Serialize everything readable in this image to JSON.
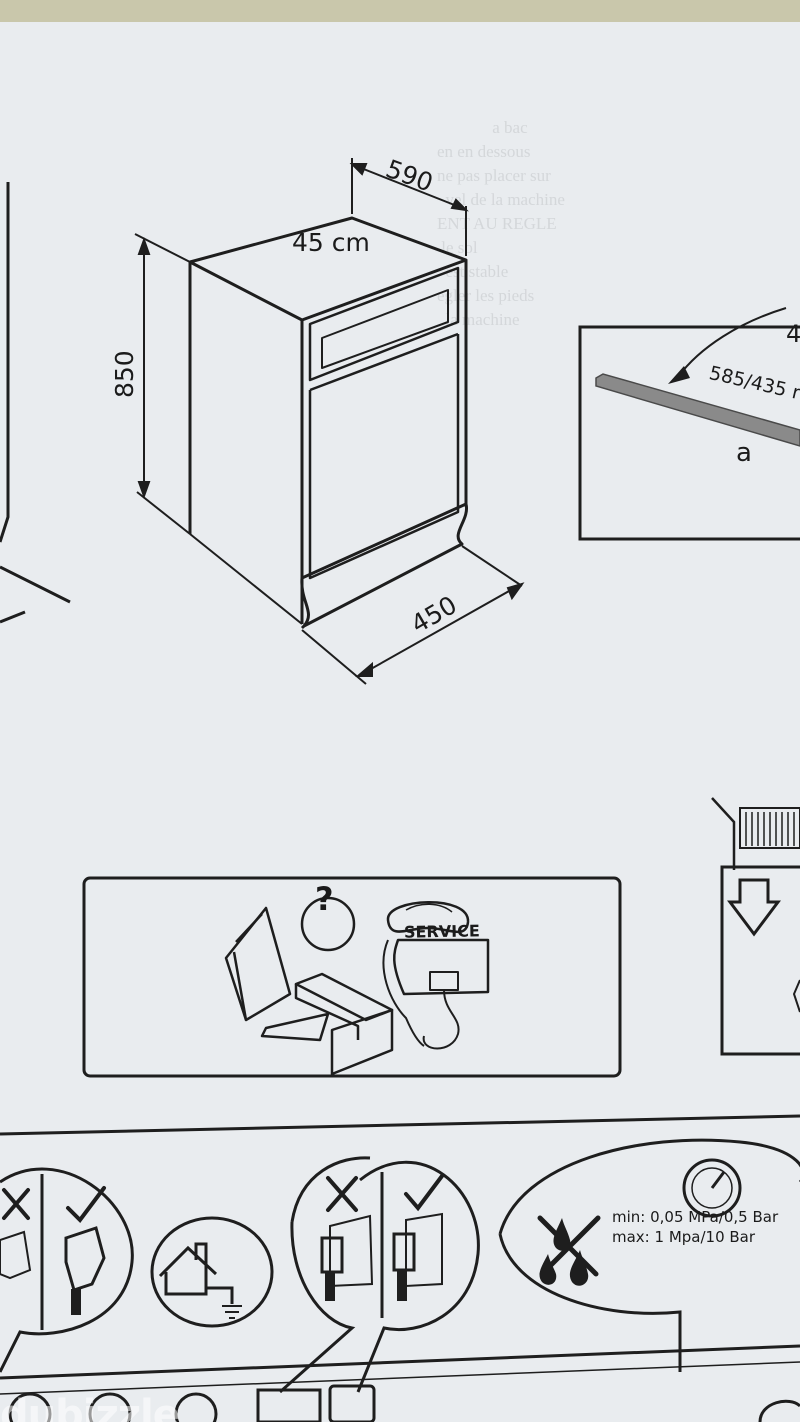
{
  "dimensions": {
    "width": "590",
    "depth_top": "45 cm",
    "height": "850",
    "depth_bottom": "450"
  },
  "side_panel": {
    "top_value": "4",
    "strip_label": "585/435 r",
    "letter": "a"
  },
  "support_box": {
    "question_mark": "?",
    "service_label": "SERVICE"
  },
  "water_pressure": {
    "min": "min: 0,05 MPa/0,5 Bar",
    "max": "max: 1 Mpa/10 Bar"
  },
  "watermark": "dubizzle"
}
